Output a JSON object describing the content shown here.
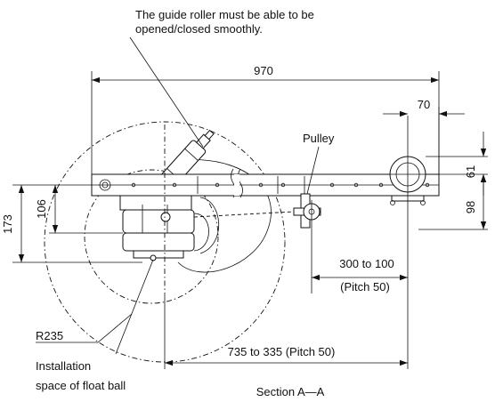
{
  "notes": {
    "guide_roller_line1": "The guide roller must be able to be",
    "guide_roller_line2": "opened/closed smoothly.",
    "pulley": "Pulley",
    "radius": "R235",
    "install_line1": "Installation",
    "install_line2": "space of float ball",
    "section": "Section A—A"
  },
  "dimensions": {
    "overall_length": "970",
    "roller_width": "70",
    "height_61": "61",
    "height_98": "98",
    "height_106": "106",
    "height_173": "173",
    "range_short_line1": "300 to 100",
    "range_short_line2": "(Pitch 50)",
    "range_long": "735 to 335 (Pitch 50)"
  }
}
